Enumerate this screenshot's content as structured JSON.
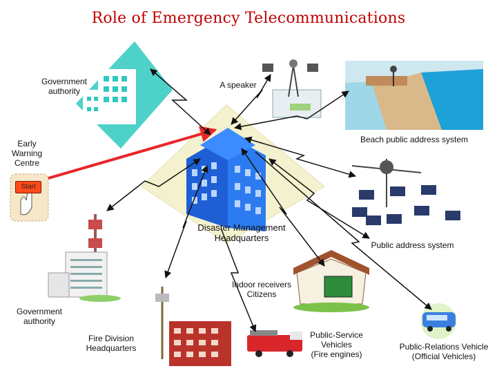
{
  "title": "Role of Emergency Telecommunications",
  "labels": {
    "gov_authority_top": [
      "Government",
      "authority"
    ],
    "speaker": "A speaker",
    "early_warning": [
      "Early",
      "Warning",
      "Centre"
    ],
    "start": "Start",
    "beach": "Beach public address system",
    "hq": [
      "Disaster Management",
      "Headquarters"
    ],
    "public_address": "Public address system",
    "indoor": [
      "Indoor receivers",
      "Citizens"
    ],
    "gov_authority_bottom": [
      "Government",
      "authority"
    ],
    "fire_division": [
      "Fire Division",
      "Headquarters"
    ],
    "public_service": [
      "Public-Service",
      "Vehicles",
      "(Fire engines)"
    ],
    "public_relations": [
      "Public-Relations Vehicle",
      "(Official Vehicles)"
    ]
  },
  "colors": {
    "title": "#c00000",
    "warning_arrow": "#e8262a",
    "link_lines": "#111111",
    "hq_building": "#1f5fd6",
    "gov_building": "#2fc9c0"
  },
  "icons": [
    "government-building-icon",
    "speaker-tower-icon",
    "beach-scene-icon",
    "hq-building-icon",
    "start-button-icon",
    "antenna-houses-icon",
    "tower-building-icon",
    "house-radio-icon",
    "fire-hq-icon",
    "fire-engine-icon",
    "van-icon"
  ]
}
